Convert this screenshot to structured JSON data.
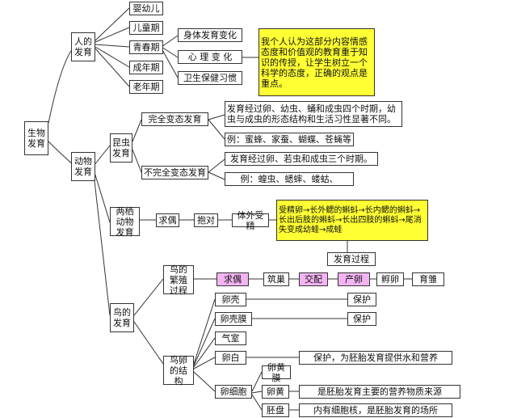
{
  "root": "生物发育",
  "human": {
    "label": "人的发育",
    "stages": [
      "婴幼儿",
      "儿童期",
      "青春期",
      "成年期",
      "老年期"
    ],
    "puberty_items": [
      "身体发育变化",
      "心 理 变 化",
      "卫生保健习惯"
    ],
    "note": "我个人认为这部分内容情感态度和价值观的教育重于知识的传授，让学生树立一个科学的态度，正确的观点是重点。"
  },
  "animal": {
    "label": "动物发育",
    "insect": {
      "label": "昆虫发育",
      "complete": {
        "label": "完全变态发育",
        "desc": "发育经过卵、幼虫、蛹和成虫四个时期，幼虫与成虫的形态结构和生活习性显著不同。",
        "example": "例：蜜蜂、家蚕、蝴蝶、苍蝇等"
      },
      "incomplete": {
        "label": "不完全变态发育",
        "desc": "发育经过卵、若虫和成虫三个时期。",
        "example": "例：蝗虫、蟋蟀、蝼蛄、"
      }
    },
    "amphibian": {
      "label": "两栖动物发育",
      "steps": [
        "求偶",
        "抱对",
        "体外受精"
      ],
      "process": "受精卵→长外鳃的蝌蚪→长内鳃的蝌蚪→长出后肢的蝌蚪→长出四肢的蝌蚪→尾消失变成幼蛙→成蛙",
      "process_label": "发育过程"
    },
    "bird": {
      "label": "鸟的发育",
      "breeding": {
        "label": "鸟的繁殖过程",
        "steps": [
          "求偶",
          "筑巢",
          "交配",
          "产卵",
          "孵卵",
          "育雏"
        ]
      },
      "egg": {
        "label": "鸟卵的结构",
        "parts": [
          "卵壳",
          "卵壳膜",
          "气室",
          "卵白",
          "卵细胞"
        ],
        "shell_fn": "保护",
        "membrane_fn": "保护",
        "albumen_fn": "保护，为胚胎发育提供水和营养",
        "cell_parts": [
          "卵黄膜",
          "卵黄",
          "胚盘"
        ],
        "yolk_fn": "是胚胎发育主要的营养物质来源",
        "disc_fn": "内有细胞核，是胚胎发育的场所"
      }
    }
  }
}
